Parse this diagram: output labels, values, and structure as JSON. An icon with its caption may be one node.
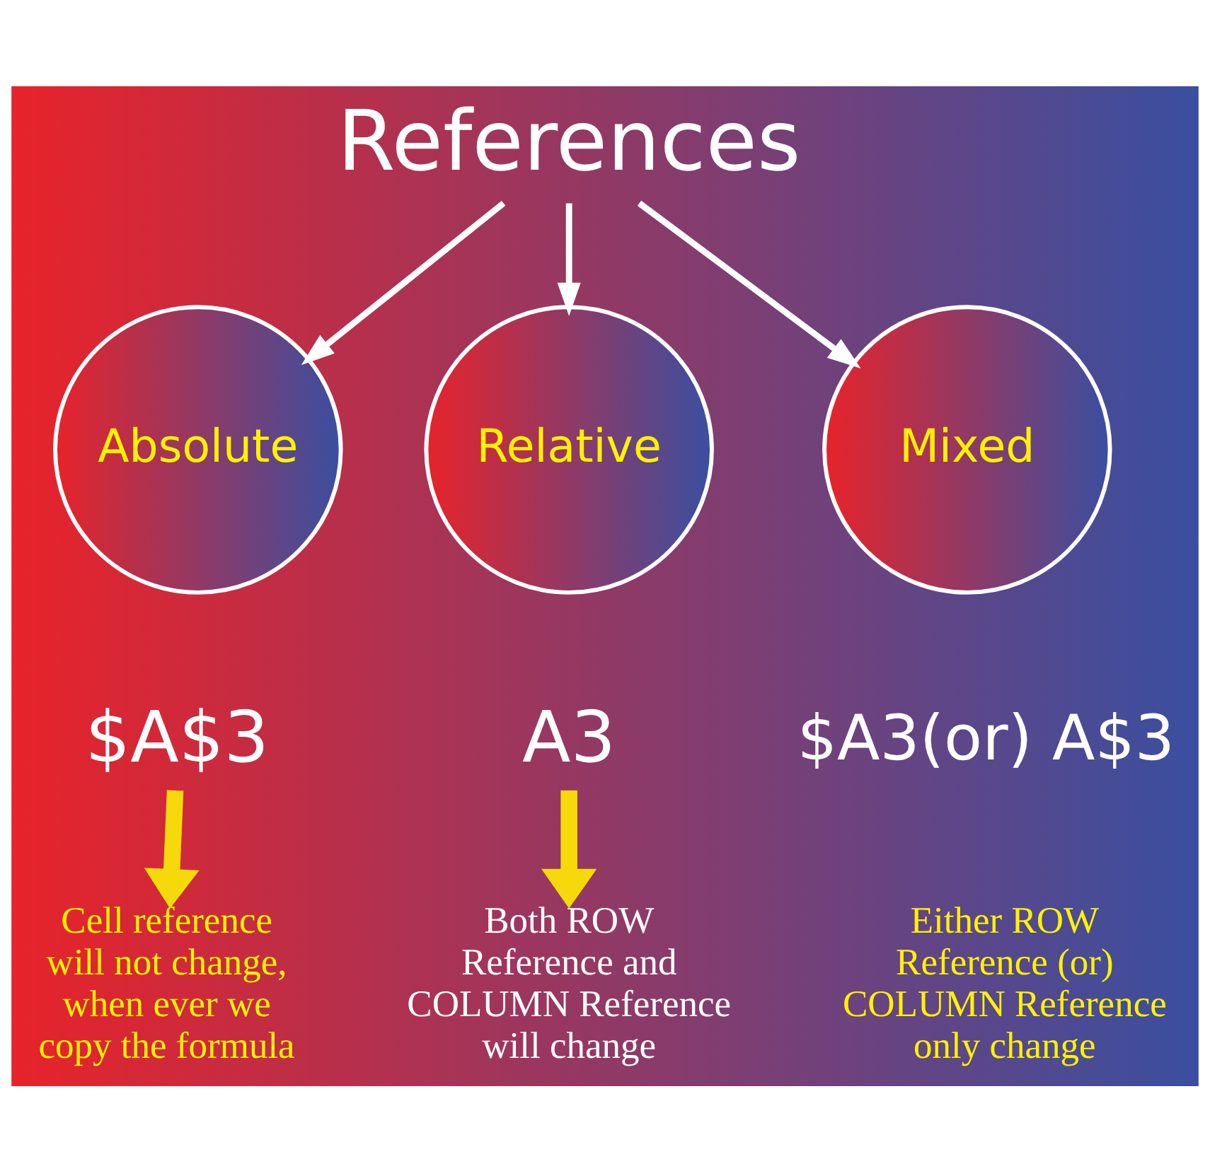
{
  "diagram": {
    "nodes": [
      {
        "text": [
          "References"
        ]
      },
      {
        "text": [
          "Absolute"
        ]
      },
      {
        "text": [
          "Relative"
        ]
      },
      {
        "text": [
          "Mixed"
        ],
        "beside": [
          "$A3(or) A$3",
          "Either ROW Reference (or) COLUMN Reference only change"
        ]
      },
      {
        "text": [
          "$A$3"
        ]
      },
      {
        "text": [
          "Cell reference will not change, when ever we copy the formula"
        ]
      },
      {
        "text": [
          "A3"
        ]
      },
      {
        "text": [
          "Both ROW Reference and COLUMN Reference will change"
        ]
      }
    ],
    "edges": [
      {
        "from": 0,
        "to": 1,
        "arrow": "to"
      },
      {
        "from": 0,
        "to": 2,
        "arrow": "to"
      },
      {
        "from": 0,
        "to": 3,
        "arrow": "to"
      },
      {
        "from": 4,
        "to": 5,
        "arrow": "to",
        "style": "thick",
        "color": "#f5d90a"
      },
      {
        "from": 6,
        "to": 7,
        "arrow": "to",
        "style": "thick",
        "color": "#f5d90a"
      }
    ]
  }
}
